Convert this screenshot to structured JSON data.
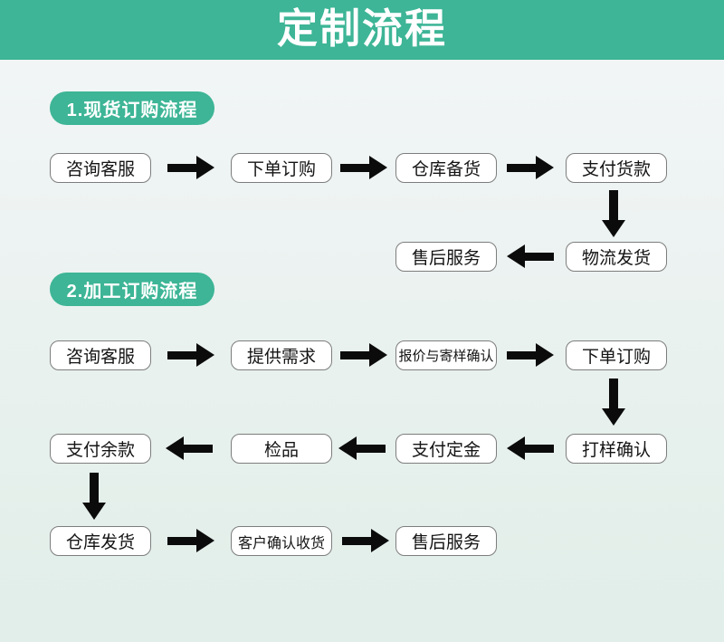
{
  "header": {
    "title": "定制流程"
  },
  "colors": {
    "brand_green": "#3db596",
    "arrow_black": "#0b0b0b",
    "box_border": "#7d7d7d",
    "background_top": "#f3f6f7",
    "background_bottom": "#e1eee9"
  },
  "section1": {
    "label": "1.现货订购流程",
    "steps": [
      "咨询客服",
      "下单订购",
      "仓库备货",
      "支付货款",
      "物流发货",
      "售后服务"
    ]
  },
  "section2": {
    "label": "2.加工订购流程",
    "steps": [
      "咨询客服",
      "提供需求",
      "报价与寄样确认",
      "下单订购",
      "打样确认",
      "支付定金",
      "检品",
      "支付余款",
      "仓库发货",
      "客户确认收货",
      "售后服务"
    ]
  }
}
